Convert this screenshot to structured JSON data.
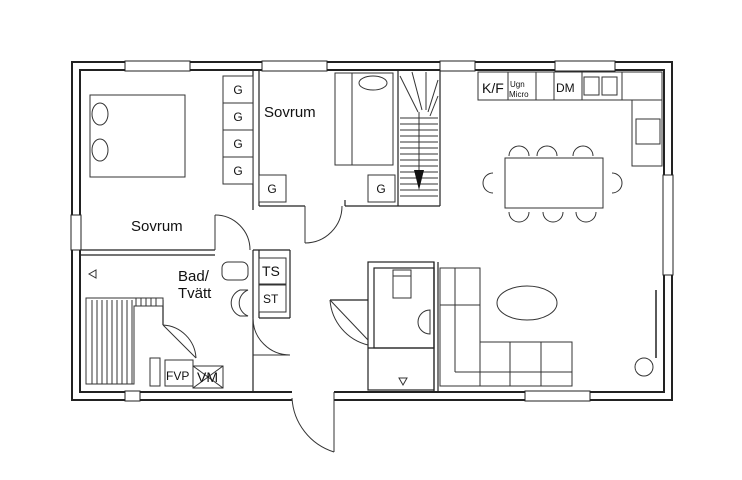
{
  "rooms": {
    "bedroom_top": "Sovrum",
    "bedroom_left": "Sovrum",
    "bath_line1": "Bad/",
    "bath_line2": "Tvätt"
  },
  "wardrobe_label": "G",
  "appliances": {
    "kf": "K/F",
    "ugn": "Ugn",
    "micro": "Micro",
    "dm": "DM",
    "ts": "TS",
    "st": "ST",
    "fvp": "FVP",
    "vm": "VM"
  }
}
